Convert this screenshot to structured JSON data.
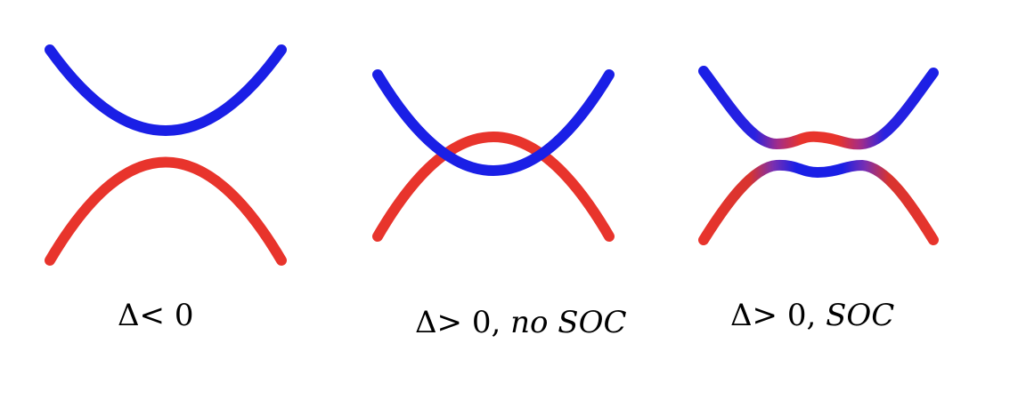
{
  "colors": {
    "valence": "#e8342c",
    "conduction": "#1a1fe6",
    "mixed": "#7a2fb0",
    "text": "#000000"
  },
  "panels": [
    {
      "id": "negative-gap",
      "label": {
        "prefix": "Δ< 0",
        "suffix": ""
      }
    },
    {
      "id": "inverted-no-soc",
      "label": {
        "prefix": "Δ> 0,",
        "suffix": "no SOC"
      }
    },
    {
      "id": "inverted-soc",
      "label": {
        "prefix": "Δ> 0,",
        "suffix": "SOC"
      }
    }
  ]
}
